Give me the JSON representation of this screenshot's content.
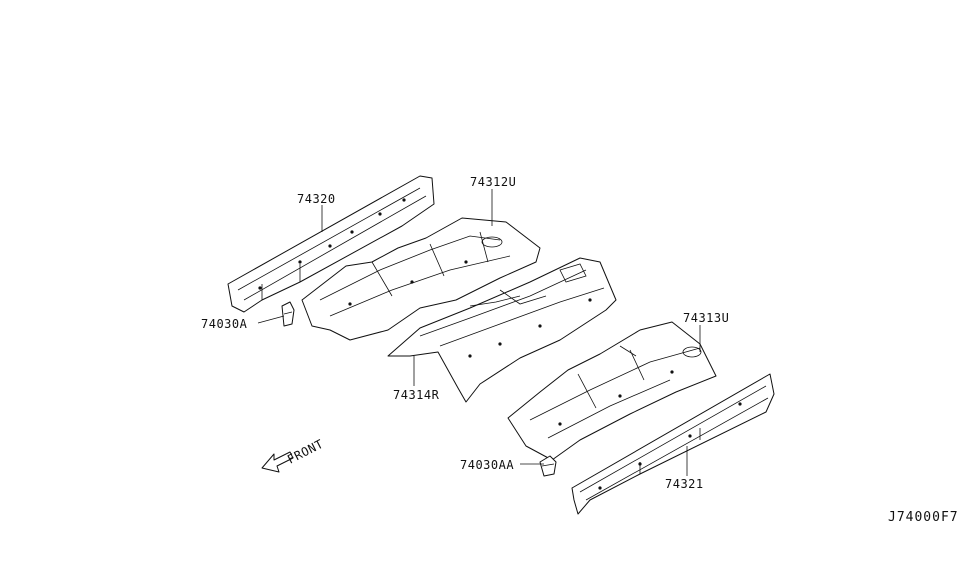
{
  "diagram": {
    "reference_code": "J74000F7",
    "front_label": "FRONT",
    "parts": [
      {
        "id": "p74320",
        "number": "74320"
      },
      {
        "id": "p74312u",
        "number": "74312U"
      },
      {
        "id": "p74030a",
        "number": "74030A"
      },
      {
        "id": "p74314r",
        "number": "74314R"
      },
      {
        "id": "p74313u",
        "number": "74313U"
      },
      {
        "id": "p74030aa",
        "number": "74030AA"
      },
      {
        "id": "p74321",
        "number": "74321"
      }
    ]
  }
}
